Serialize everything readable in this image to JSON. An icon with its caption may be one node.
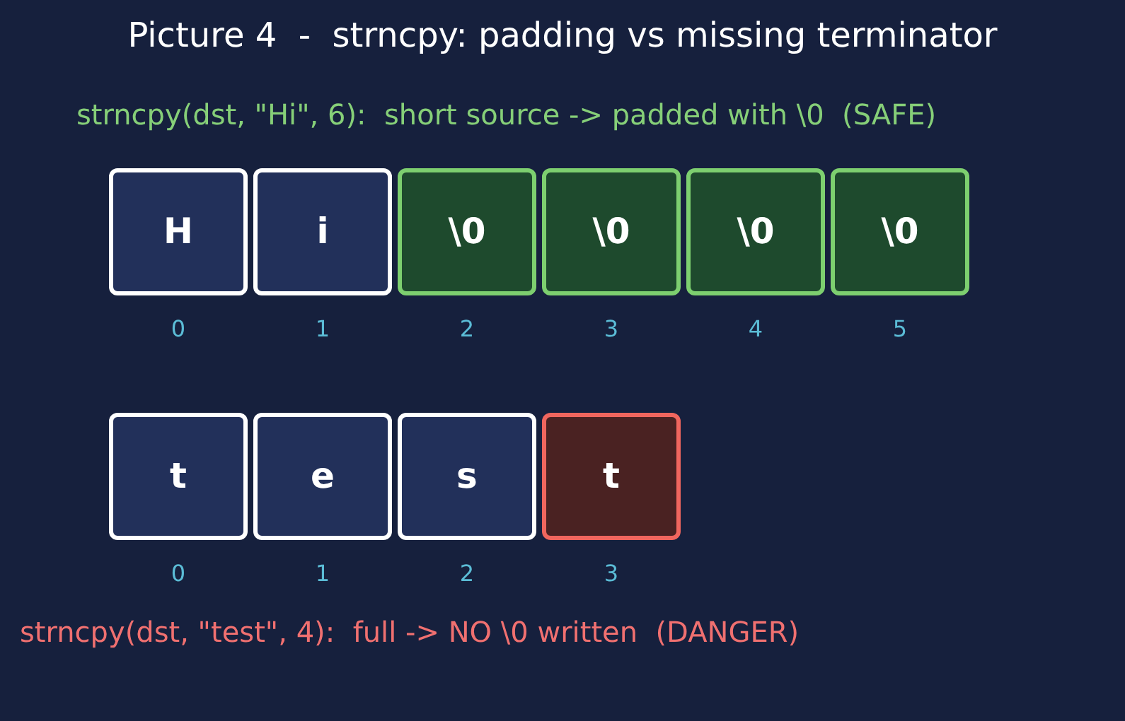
{
  "diagram": {
    "title": "Picture 4  -  strncpy: padding vs missing terminator",
    "nodes": [
      {
        "text": [
          "H"
        ],
        "beside": [
          "0"
        ]
      },
      {
        "text": [
          "i"
        ],
        "beside": [
          "1"
        ]
      },
      {
        "text": [
          "\\0"
        ],
        "beside": [
          "2"
        ]
      },
      {
        "text": [
          "\\0"
        ],
        "beside": [
          "3"
        ]
      },
      {
        "text": [
          "\\0"
        ],
        "beside": [
          "4"
        ]
      },
      {
        "text": [
          "\\0"
        ],
        "beside": [
          "5"
        ]
      },
      {
        "text": [
          "t"
        ],
        "beside": [
          "0"
        ]
      },
      {
        "text": [
          "e"
        ],
        "beside": [
          "1"
        ]
      },
      {
        "text": [
          "s"
        ],
        "beside": [
          "2"
        ]
      },
      {
        "text": [
          "t"
        ],
        "beside": [
          "3"
        ]
      }
    ],
    "labels": [
      "strncpy(dst, \"Hi\", 6):  short source -> padded with \\0  (SAFE)",
      "strncpy(dst, \"test\", 4):  full -> NO \\0 written  (DANGER)"
    ]
  }
}
